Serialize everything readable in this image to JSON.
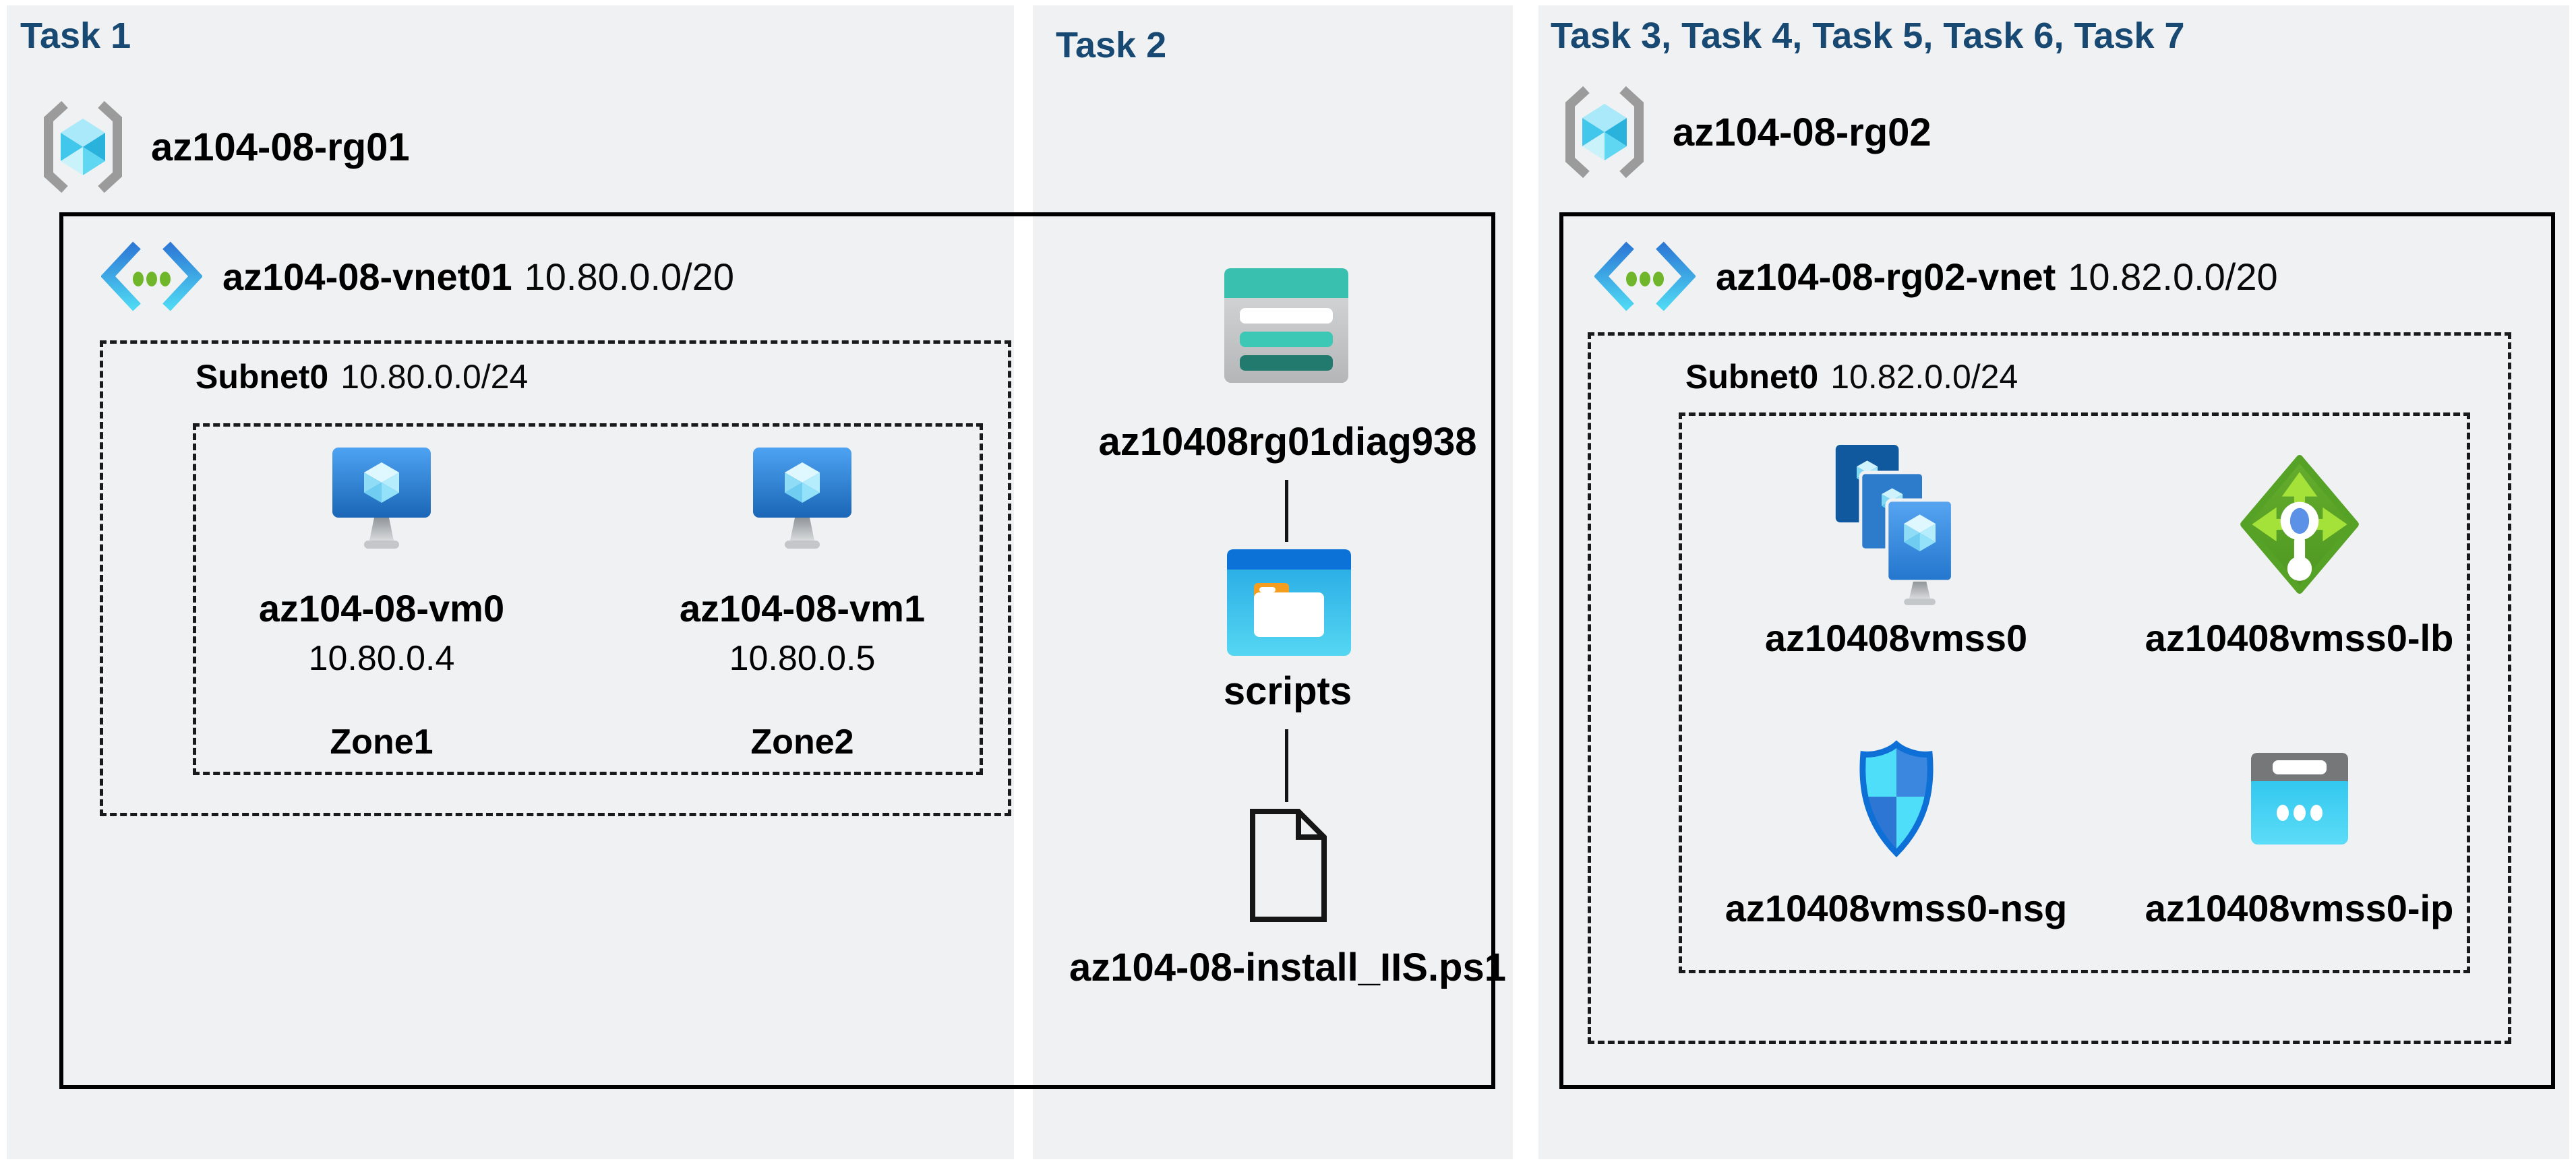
{
  "colors": {
    "heading_navy": "#174972",
    "panel_gray": "#f0f1f2",
    "border_black": "#000000",
    "storage_teal": "#3ac0ae",
    "folder_blue": "#0c72d7",
    "lb_green": "#5fae2b",
    "nsg_blue": "#0e6fd6",
    "ip_cyan": "#20bfec"
  },
  "tasks": {
    "task1": {
      "heading": "Task 1",
      "resource_group": "az104-08-rg01",
      "vnet_name": "az104-08-vnet01",
      "vnet_cidr": "10.80.0.0/20",
      "subnet_name": "Subnet0",
      "subnet_cidr": "10.80.0.0/24",
      "vms": [
        {
          "name": "az104-08-vm0",
          "ip": "10.80.0.4",
          "zone": "Zone1"
        },
        {
          "name": "az104-08-vm1",
          "ip": "10.80.0.5",
          "zone": "Zone2"
        }
      ]
    },
    "task2": {
      "heading": "Task 2",
      "storage_account": "az10408rg01diag938",
      "container": "scripts",
      "script_file": "az104-08-install_IIS.ps1"
    },
    "task3": {
      "heading": "Task 3, Task 4, Task 5, Task 6, Task 7",
      "resource_group": "az104-08-rg02",
      "vnet_name": "az104-08-rg02-vnet",
      "vnet_cidr": "10.82.0.0/20",
      "subnet_name": "Subnet0",
      "subnet_cidr": "10.82.0.0/24",
      "resources": [
        {
          "label": "az10408vmss0"
        },
        {
          "label": "az10408vmss0-lb"
        },
        {
          "label": "az10408vmss0-nsg"
        },
        {
          "label": "az10408vmss0-ip"
        }
      ]
    }
  }
}
